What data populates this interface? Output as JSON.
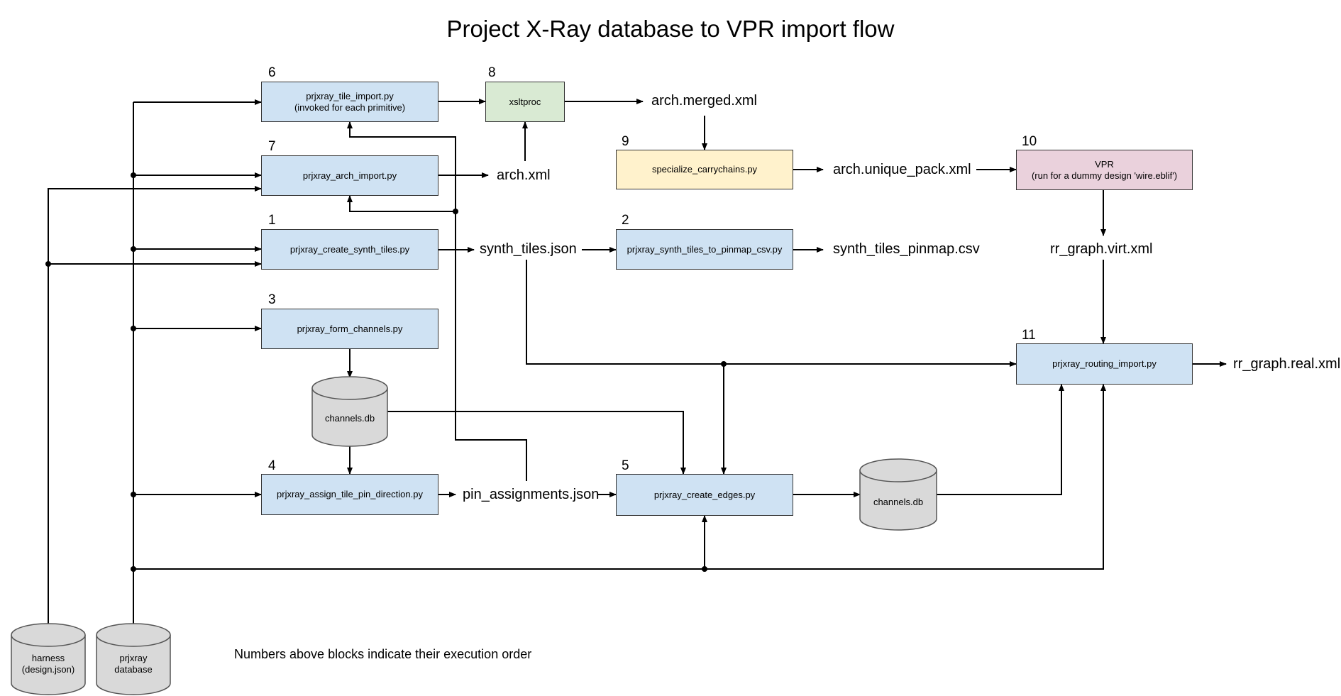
{
  "title": "Project X-Ray database to VPR import flow",
  "blocks": {
    "tile_import": {
      "num": "6",
      "line1": "prjxray_tile_import.py",
      "line2": "(invoked for each primitive)"
    },
    "xsltproc": {
      "num": "8",
      "label": "xsltproc"
    },
    "arch_import": {
      "num": "7",
      "label": "prjxray_arch_import.py"
    },
    "create_synth_tiles": {
      "num": "1",
      "label": "prjxray_create_synth_tiles.py"
    },
    "form_channels": {
      "num": "3",
      "label": "prjxray_form_channels.py"
    },
    "assign_pin_direction": {
      "num": "4",
      "label": "prjxray_assign_tile_pin_direction.py"
    },
    "specialize_carrychains": {
      "num": "9",
      "label": "specialize_carrychains.py"
    },
    "synth_tiles_to_pinmap": {
      "num": "2",
      "label": "prjxray_synth_tiles_to_pinmap_csv.py"
    },
    "create_edges": {
      "num": "5",
      "label": "prjxray_create_edges.py"
    },
    "vpr": {
      "num": "10",
      "line1": "VPR",
      "line2": "(run for a dummy design 'wire.eblif')"
    },
    "routing_import": {
      "num": "11",
      "label": "prjxray_routing_import.py"
    }
  },
  "files": {
    "arch_merged": "arch.merged.xml",
    "arch_xml": "arch.xml",
    "arch_unique_pack": "arch.unique_pack.xml",
    "synth_tiles_json": "synth_tiles.json",
    "synth_tiles_pinmap": "synth_tiles_pinmap.csv",
    "rr_graph_virt": "rr_graph.virt.xml",
    "rr_graph_real": "rr_graph.real.xml",
    "pin_assignments": "pin_assignments.json"
  },
  "databases": {
    "channels_db_1": "channels.db",
    "channels_db_2": "channels.db",
    "harness_line1": "harness",
    "harness_line2": "(design.json)",
    "prjxray_line1": "prjxray",
    "prjxray_line2": "database"
  },
  "note": "Numbers above blocks indicate their execution order",
  "colors": {
    "blue_block": "#cfe2f3",
    "green_block": "#d9ead3",
    "yellow_block": "#fff2cc",
    "pink_block": "#ead1dc",
    "database": "#d9d9d9",
    "line": "#000000"
  }
}
